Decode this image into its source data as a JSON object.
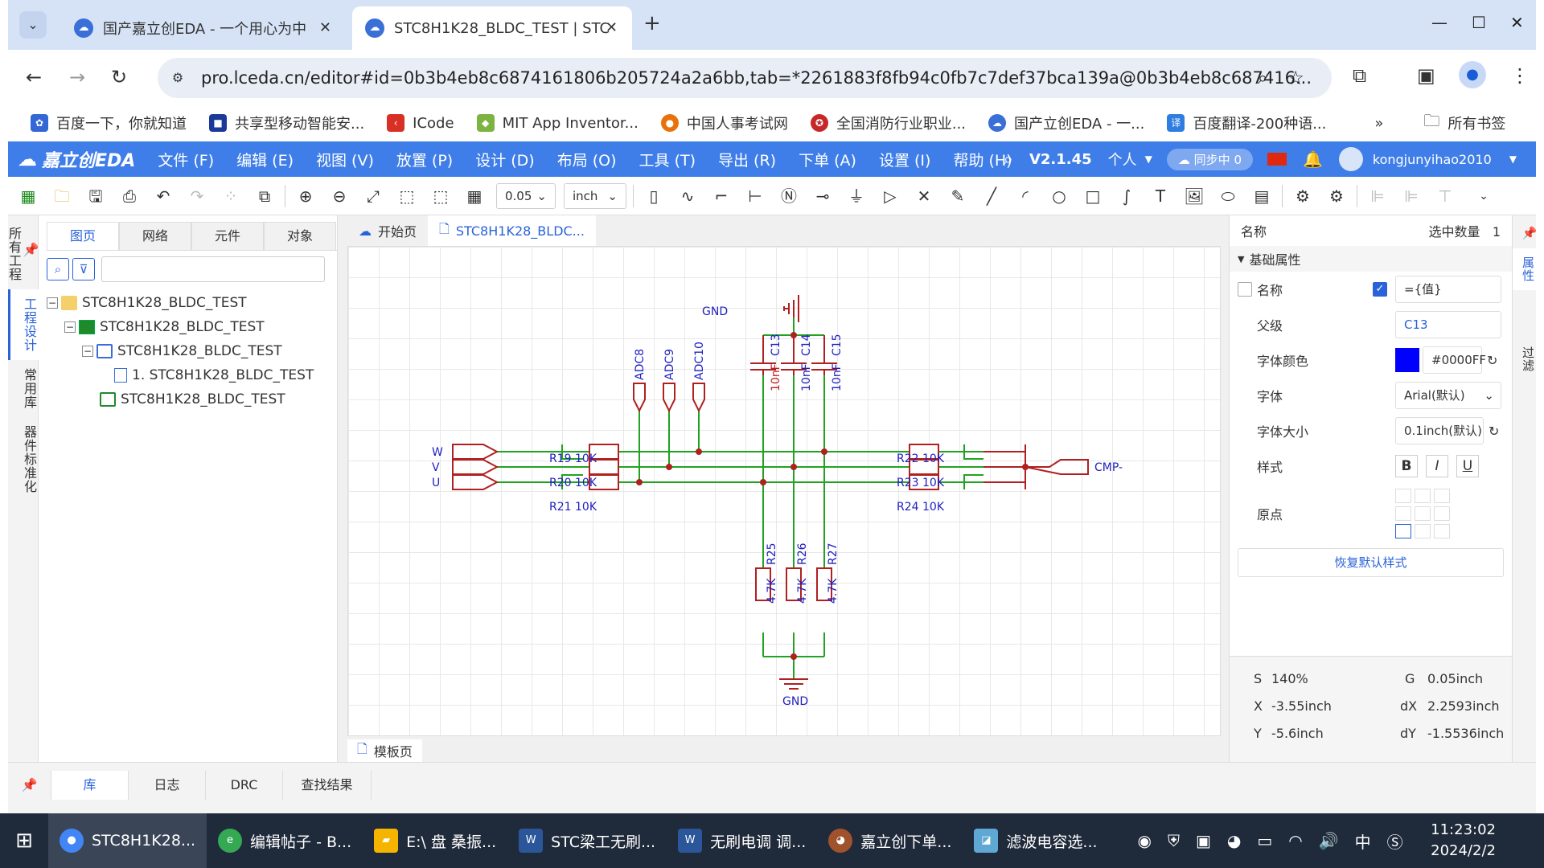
{
  "browser": {
    "tabs": [
      {
        "title": "国产嘉立创EDA - 一个用心为中"
      },
      {
        "title": "STC8H1K28_BLDC_TEST | STC"
      }
    ],
    "url": "pro.lceda.cn/editor#id=0b3b4eb8c6874161806b205724a2a6bb,tab=*2261883f8fb94c0fb7c7def37bca139a@0b3b4eb8c687416..."
  },
  "bookmarks": [
    {
      "label": "百度一下，你就知道",
      "color": "#3367d6"
    },
    {
      "label": "共享型移动智能安...",
      "color": "#1a3a9a"
    },
    {
      "label": "ICode",
      "color": "#d93025"
    },
    {
      "label": "MIT App Inventor...",
      "color": "#7cb342"
    },
    {
      "label": "中国人事考试网",
      "color": "#e8710a"
    },
    {
      "label": "全国消防行业职业...",
      "color": "#c62828"
    },
    {
      "label": "国产立创EDA - 一...",
      "color": "#3a6fd8"
    },
    {
      "label": "百度翻译-200种语...",
      "color": "#2f7de1"
    }
  ],
  "bookmarks_all": "所有书签",
  "app": {
    "logo": "嘉立创EDA",
    "menus": [
      "文件 (F)",
      "编辑 (E)",
      "视图 (V)",
      "放置 (P)",
      "设计 (D)",
      "布局 (O)",
      "工具 (T)",
      "导出 (R)",
      "下单 (A)",
      "设置 (I)",
      "帮助 (H)"
    ],
    "version": "V2.1.45",
    "account_type": "个人",
    "sync": "同步中 0",
    "username": "kongjunyihao2010",
    "grid_value": "0.05",
    "unit": "inch"
  },
  "left_vtabs": [
    "所有工程",
    "工程设计",
    "常用库",
    "器件标准化"
  ],
  "left_panel": {
    "tabs": [
      "图页",
      "网络",
      "元件",
      "对象"
    ],
    "search_placeholder": "",
    "tree": [
      {
        "label": "STC8H1K28_BLDC_TEST",
        "level": 0
      },
      {
        "label": "STC8H1K28_BLDC_TEST",
        "level": 1
      },
      {
        "label": "STC8H1K28_BLDC_TEST",
        "level": 2
      },
      {
        "label": "1. STC8H1K28_BLDC_TEST",
        "level": 3
      },
      {
        "label": "STC8H1K28_BLDC_TEST",
        "level": 2
      }
    ]
  },
  "doc_tabs": [
    "开始页",
    "STC8H1K28_BLDC..."
  ],
  "bottom_sheet_tab": "模板页",
  "schematic": {
    "ports_left": [
      "W",
      "V",
      "U"
    ],
    "port_right": "CMP-",
    "adc": [
      "ADC8",
      "ADC9",
      "ADC10"
    ],
    "gnd_top": "GND",
    "gnd_bottom": "GND",
    "resistors_left": [
      {
        "ref": "R19",
        "val": "10K"
      },
      {
        "ref": "R20",
        "val": "10K"
      },
      {
        "ref": "R21",
        "val": "10K"
      }
    ],
    "resistors_right": [
      {
        "ref": "R22",
        "val": "10K"
      },
      {
        "ref": "R23",
        "val": "10K"
      },
      {
        "ref": "R24",
        "val": "10K"
      }
    ],
    "caps": [
      {
        "ref": "C13",
        "val": "10nF"
      },
      {
        "ref": "C14",
        "val": "10nF"
      },
      {
        "ref": "C15",
        "val": "10nF"
      }
    ],
    "pulldowns": [
      {
        "ref": "R25",
        "val": "4.7K"
      },
      {
        "ref": "R26",
        "val": "4.7K"
      },
      {
        "ref": "R27",
        "val": "4.7K"
      }
    ]
  },
  "right_panel": {
    "header_label": "名称",
    "selected_count_label": "选中数量",
    "selected_count": "1",
    "section": "基础属性",
    "rows": {
      "name_label": "名称",
      "name_value": "={值}",
      "parent_label": "父级",
      "parent_value": "C13",
      "color_label": "字体颜色",
      "color_value": "#0000FF",
      "font_label": "字体",
      "font_value": "Arial(默认)",
      "size_label": "字体大小",
      "size_value": "0.1inch(默认)",
      "style_label": "样式",
      "origin_label": "原点",
      "reset_label": "恢复默认样式"
    },
    "status": {
      "s_label": "S",
      "s_value": "140%",
      "g_label": "G",
      "g_value": "0.05inch",
      "x_label": "X",
      "x_value": "-3.55inch",
      "dx_label": "dX",
      "dx_value": "2.2593inch",
      "y_label": "Y",
      "y_value": "-5.6inch",
      "dy_label": "dY",
      "dy_value": "-1.5536inch"
    }
  },
  "right_vtabs": [
    "属性",
    "过滤"
  ],
  "bottom_dock_tabs": [
    "库",
    "日志",
    "DRC",
    "查找结果"
  ],
  "taskbar": {
    "apps": [
      {
        "label": "STC8H1K28...",
        "color": "#4285f4"
      },
      {
        "label": "编辑帖子 - B...",
        "color": "#34a853"
      },
      {
        "label": "E:\\ 盘  桑振...",
        "color": "#f4b400"
      },
      {
        "label": "STC梁工无刷...",
        "color": "#2b579a"
      },
      {
        "label": "无刷电调  调...",
        "color": "#2b579a"
      },
      {
        "label": "嘉立创下单...",
        "color": "#a0522d"
      },
      {
        "label": "滤波电容选...",
        "color": "#5fa8d3"
      }
    ],
    "ime": "中",
    "time": "11:23:02",
    "date": "2024/2/2"
  },
  "colors": {
    "accent": "#3f7ee8",
    "wire": "#21a321",
    "part": "#b02020",
    "label": "#2020c0"
  }
}
